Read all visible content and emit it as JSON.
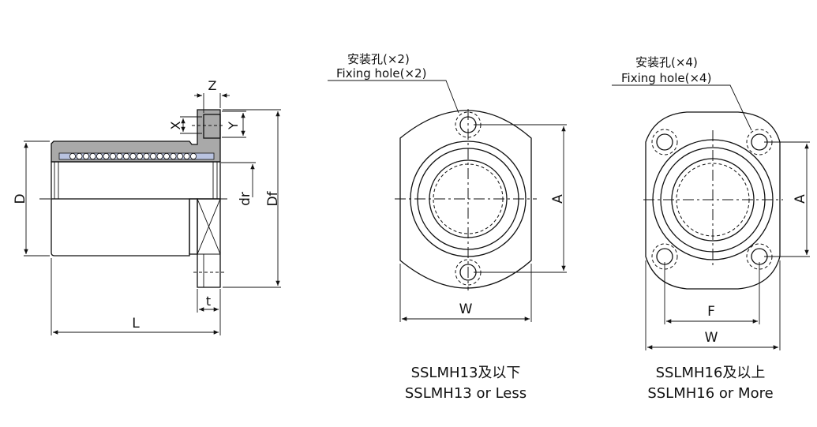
{
  "side_view": {
    "dims": {
      "Z": "Z",
      "X": "X",
      "Y": "Y",
      "D": "D",
      "dr": "dr",
      "Df": "Df",
      "t": "t",
      "L": "L"
    }
  },
  "view_small": {
    "fixing_cn": "安装孔(×2)",
    "fixing_en": "Fixing hole(×2)",
    "dims": {
      "A": "A",
      "W": "W"
    },
    "caption_cn": "SSLMH13及以下",
    "caption_en": "SSLMH13 or Less"
  },
  "view_large": {
    "fixing_cn": "安装孔(×4)",
    "fixing_en": "Fixing hole(×4)",
    "dims": {
      "A": "A",
      "F": "F",
      "W": "W"
    },
    "caption_cn": "SSLMH16及以上",
    "caption_en": "SSLMH16 or More"
  },
  "colors": {
    "shade": "#a9a9a9",
    "retainer": "#b9c3e0",
    "line": "#111111"
  }
}
